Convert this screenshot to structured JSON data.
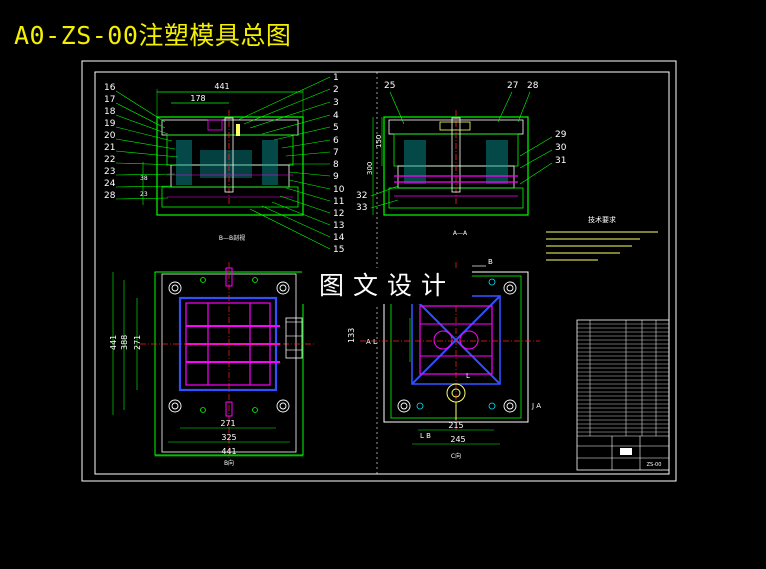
{
  "header": {
    "title": "A0-ZS-00注塑模具总图"
  },
  "watermark": "图文设计",
  "views": {
    "section_b": "B—B剖视",
    "section_a": "A—A",
    "view_b": "B向",
    "view_c": "C向",
    "notes_title": "技术要求"
  },
  "dimensions": {
    "bb_width": "441",
    "bb_inner": "178",
    "bb_h1": "38",
    "bb_h2": "23",
    "aa_150": "150",
    "aa_300": "300",
    "b_271": "271",
    "b_325": "325",
    "b_441": "441",
    "b_v441": "441",
    "b_v388": "388",
    "b_v271": "271",
    "c_215": "215",
    "c_245": "245",
    "c_133": "133"
  },
  "markers": {
    "al": "A L",
    "ja": "J A",
    "lb": "L B",
    "b": "B",
    "l": "L"
  },
  "part_numbers": {
    "right": [
      "1",
      "2",
      "3",
      "4",
      "5",
      "6",
      "7",
      "8",
      "9",
      "10",
      "11",
      "12",
      "13",
      "14",
      "15"
    ],
    "left": [
      "16",
      "17",
      "18",
      "19",
      "20",
      "21",
      "22",
      "23",
      "24",
      "28"
    ],
    "aa_top": [
      "25",
      "27",
      "28"
    ],
    "aa_right": [
      "29",
      "30",
      "31"
    ],
    "aa_left": [
      "32",
      "33"
    ]
  },
  "title_block": {
    "drawing_no": "ZS-00"
  },
  "colors": {
    "title": "#f4f000",
    "outline": "#ffffff",
    "part": "#00ff00",
    "center": "#ff2020",
    "pin": "#ff00ff",
    "water": "#3050ff",
    "hatch": "#00e5ff",
    "note": "#ffff66"
  }
}
